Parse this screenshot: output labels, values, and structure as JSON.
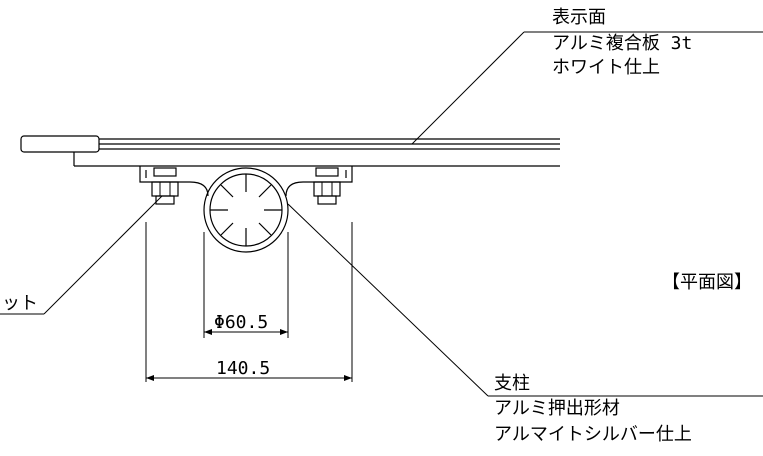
{
  "callouts": {
    "surface": {
      "title": "表示面",
      "line1": "アルミ複合板 3t",
      "line2": "ホワイト仕上"
    },
    "post": {
      "title": "支柱",
      "line1": "アルミ押出形材",
      "line2": "アルマイトシルバー仕上"
    },
    "bolt_label_fragment": "ット"
  },
  "view_label": "【平面図】",
  "dimensions": {
    "pipe_diameter": "Φ60.5",
    "bracket_width": "140.5"
  }
}
